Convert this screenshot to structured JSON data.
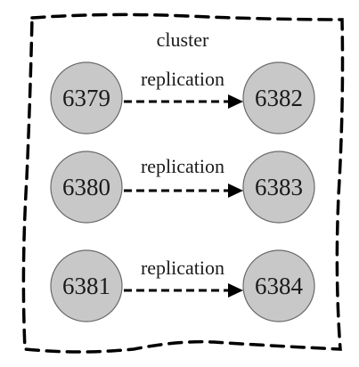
{
  "cluster": {
    "label": "cluster"
  },
  "pairs": [
    {
      "source": "6379",
      "target": "6382",
      "edge_label": "replication"
    },
    {
      "source": "6380",
      "target": "6383",
      "edge_label": "replication"
    },
    {
      "source": "6381",
      "target": "6384",
      "edge_label": "replication"
    }
  ],
  "colors": {
    "node_fill": "#c8c8c8",
    "node_stroke": "#6a6a6a",
    "edge": "#000000"
  }
}
